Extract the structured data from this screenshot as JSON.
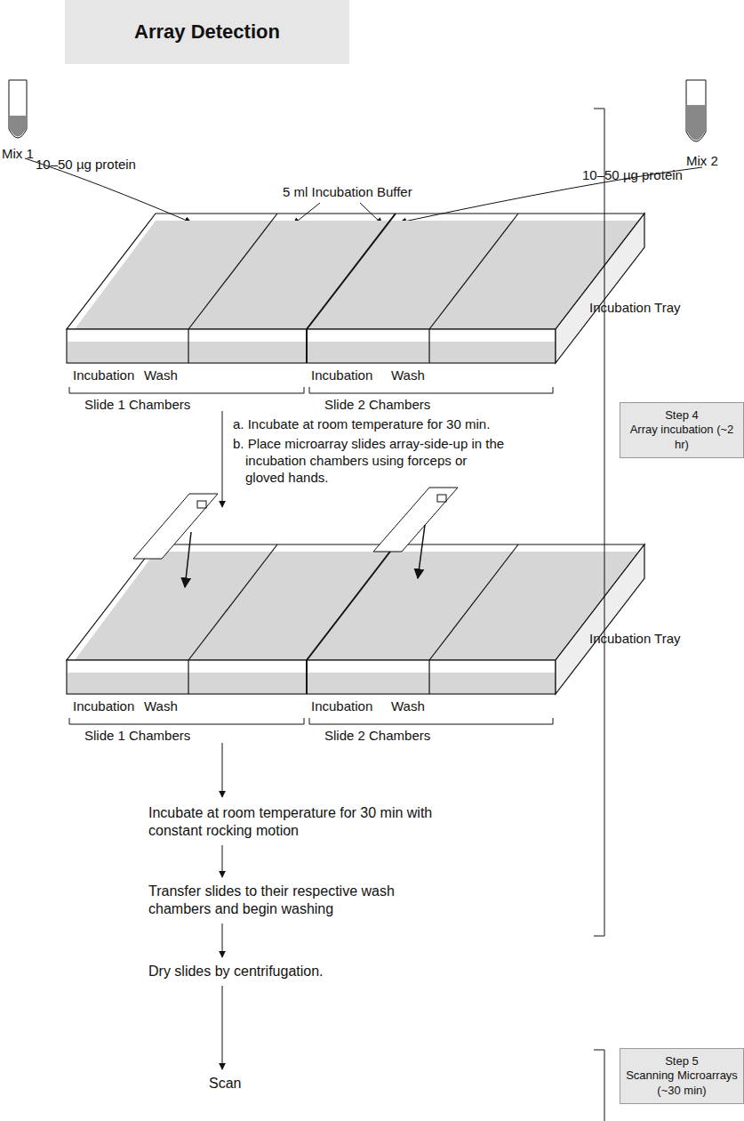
{
  "diagram": {
    "title": "Array Detection",
    "nodes": [
      {
        "text": [
          "Array Detection"
        ]
      },
      {
        "text": [
          "Step 4",
          "Array incubation (~2 hr)"
        ]
      },
      {
        "text": [
          "Incubate at room temperature for 30 min with constant rocking motion"
        ]
      },
      {
        "text": [
          "Transfer slides to their respective wash chambers and begin washing"
        ]
      },
      {
        "text": [
          "Dry slides by centrifugation."
        ]
      },
      {
        "text": [
          "Scan"
        ]
      },
      {
        "text": [
          "Step 5",
          "Scanning Microarrays (~30 min)"
        ]
      }
    ],
    "edges": [
      {
        "from": 2,
        "to": 3,
        "arrow": "to"
      },
      {
        "from": 3,
        "to": 4,
        "arrow": "to"
      },
      {
        "from": 4,
        "to": 5,
        "arrow": "to"
      }
    ],
    "labels": [
      "Mix 1",
      "10–50 µg protein",
      "Mix 2",
      "10–50 µg protein",
      "5 ml Incubation Buffer",
      "Incubation Tray",
      "Incubation",
      "Wash",
      "Incubation",
      "Wash",
      "Slide 1 Chambers",
      "Slide 2 Chambers",
      "a. Incubate at room temperature for 30 min.",
      "b. Place microarray slides array-side-up in the incubation chambers using forceps or gloved hands.",
      "Incubation Tray",
      "Incubation",
      "Wash",
      "Incubation",
      "Wash",
      "Slide 1 Chambers",
      "Slide 2 Chambers"
    ]
  }
}
